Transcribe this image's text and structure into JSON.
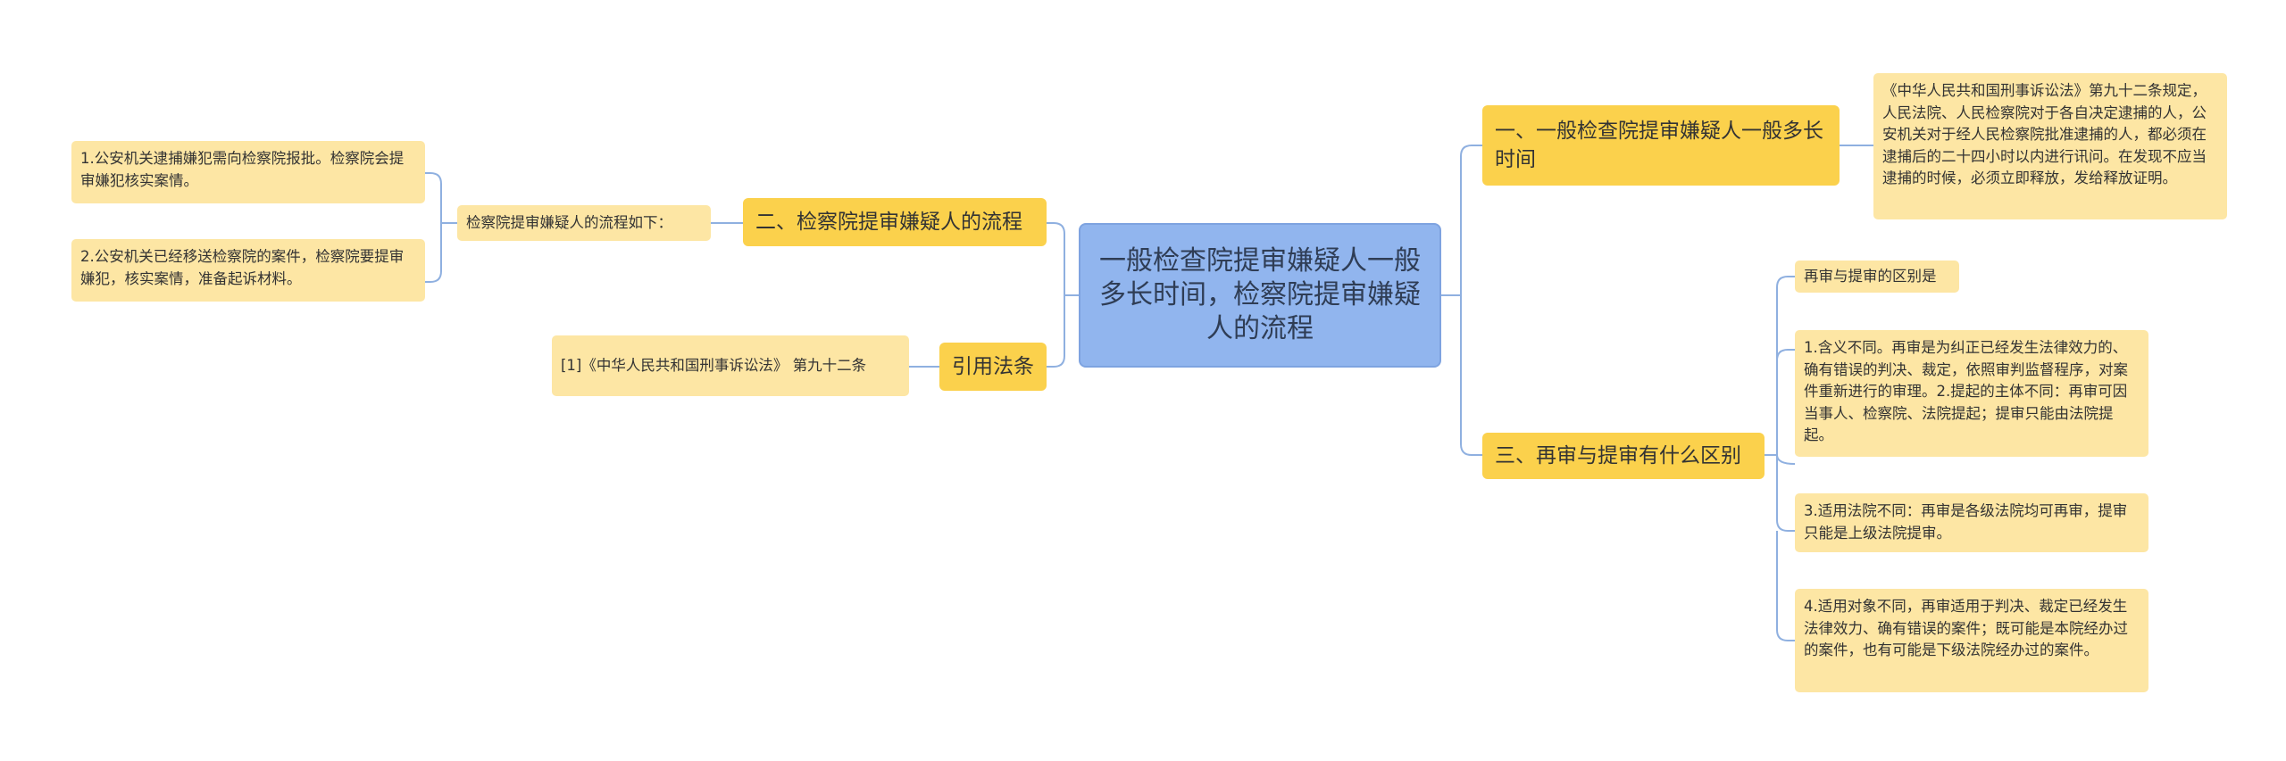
{
  "root": {
    "title": "一般检查院提审嫌疑人一般多长时间，检察院提审嫌疑人的流程"
  },
  "branches": {
    "b1": {
      "label": "一、一般检查院提审嫌疑人一般多长时间",
      "detail": "《中华人民共和国刑事诉讼法》第九十二条规定，人民法院、人民检察院对于各自决定逮捕的人，公安机关对于经人民检察院批准逮捕的人，都必须在逮捕后的二十四小时以内进行讯问。在发现不应当逮捕的时候，必须立即释放，发给释放证明。"
    },
    "b2": {
      "label": "二、检察院提审嫌疑人的流程",
      "intro": "检察院提审嫌疑人的流程如下：",
      "steps": [
        "1.公安机关逮捕嫌犯需向检察院报批。检察院会提审嫌犯核实案情。",
        "2.公安机关已经移送检察院的案件，检察院要提审嫌犯，核实案情，准备起诉材料。"
      ]
    },
    "b3": {
      "label": "引用法条",
      "citation": "[1]《中华人民共和国刑事诉讼法》 第九十二条"
    },
    "b4": {
      "label": "三、再审与提审有什么区别",
      "points": [
        "再审与提审的区别是",
        "1.含义不同。再审是为纠正已经发生法律效力的、确有错误的判决、裁定，依照审判监督程序，对案件重新进行的审理。2.提起的主体不同：再审可因当事人、检察院、法院提起；提审只能由法院提起。",
        "3.适用法院不同：再审是各级法院均可再审，提审只能是上级法院提审。",
        "4.适用对象不同，再审适用于判决、裁定已经发生法律效力、确有错误的案件；既可能是本院经办过的案件，也有可能是下级法院经办过的案件。"
      ]
    }
  },
  "colors": {
    "root_fill": "#91b5ee",
    "branch_fill": "#fbd14c",
    "leaf_fill": "#fde6a4",
    "connector": "#8fb0e0"
  }
}
